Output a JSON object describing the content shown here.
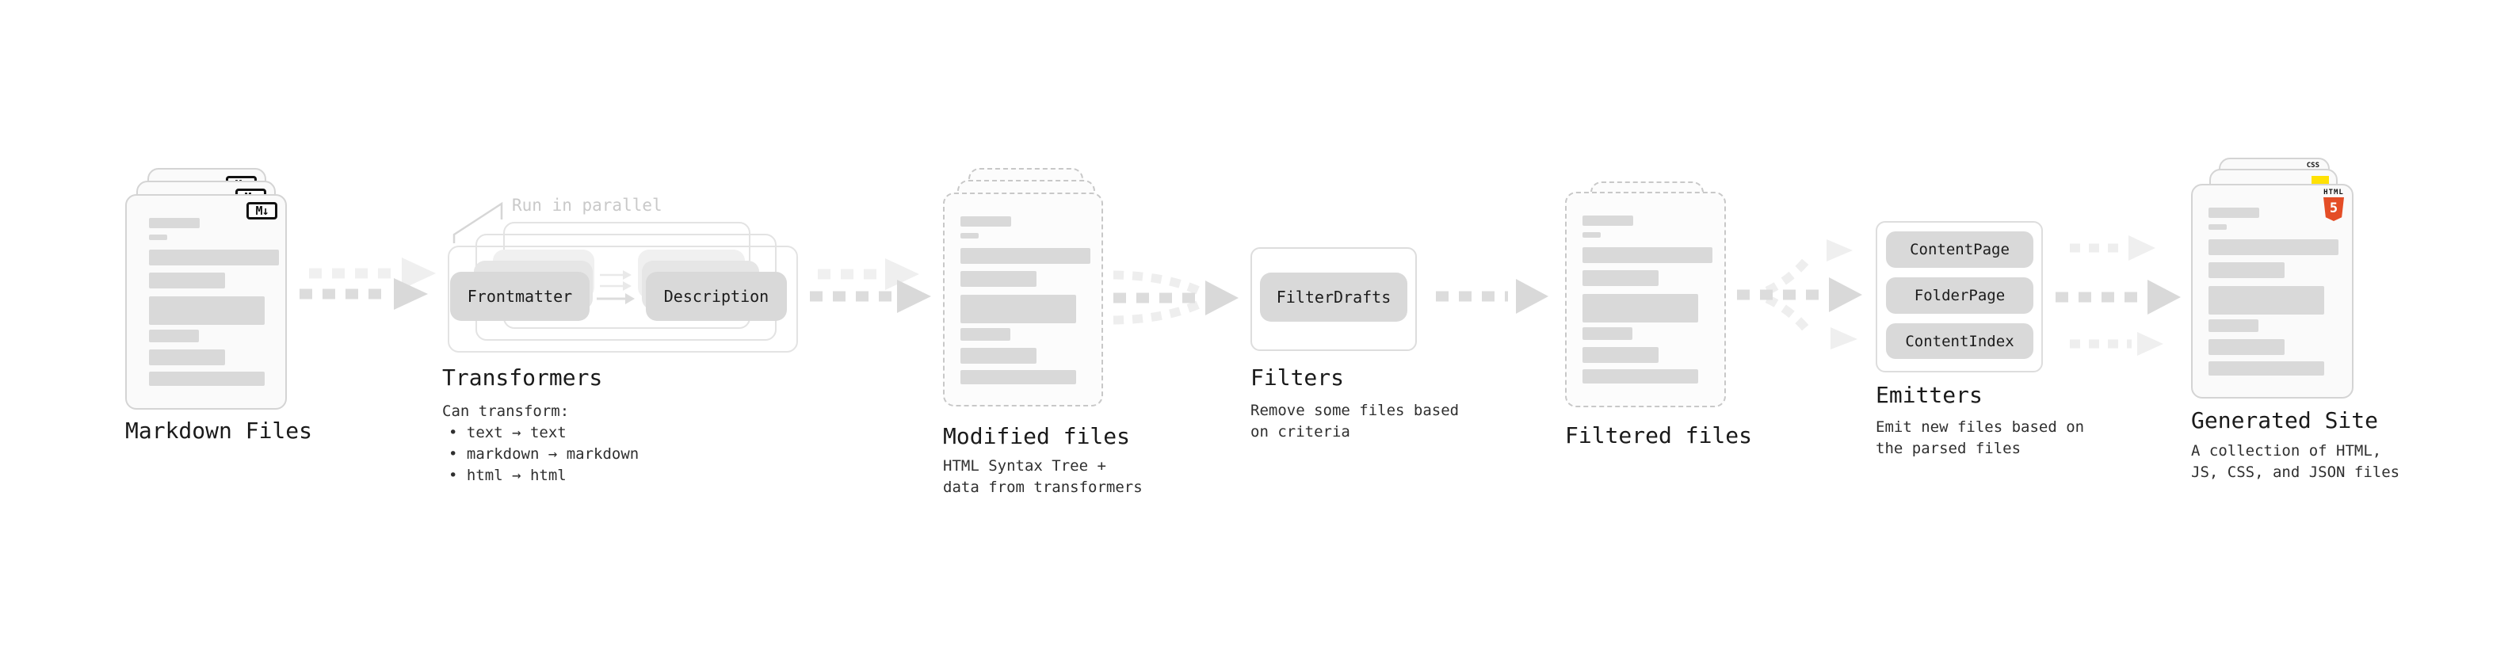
{
  "stages": {
    "markdown": {
      "label": "Markdown Files",
      "badge": "M↓"
    },
    "transformers": {
      "label": "Transformers",
      "annotation": "Run in parallel",
      "pill_left": "Frontmatter",
      "pill_right": "Description",
      "note_title": "Can transform:",
      "bullets": [
        "• text → text",
        "• markdown → markdown",
        "• html → html"
      ]
    },
    "modified": {
      "label": "Modified files",
      "description": "HTML Syntax Tree +\ndata from transformers"
    },
    "filters": {
      "label": "Filters",
      "pill": "FilterDrafts",
      "description": "Remove some files based\non criteria"
    },
    "filtered": {
      "label": "Filtered files"
    },
    "emitters": {
      "label": "Emitters",
      "pills": [
        "ContentPage",
        "FolderPage",
        "ContentIndex"
      ],
      "description": "Emit new files based on\nthe parsed files"
    },
    "generated": {
      "label": "Generated Site",
      "description": "A collection of HTML,\nJS, CSS, and JSON files",
      "badges": {
        "html5_label": "HTML",
        "html5_number": "5",
        "css_label": "CSS"
      }
    }
  },
  "colors": {
    "html5_orange": "#e44d26",
    "js_yellow": "#ffe104",
    "css_blue": "#2c63f2",
    "skeleton_gray": "#d9d9d9"
  }
}
